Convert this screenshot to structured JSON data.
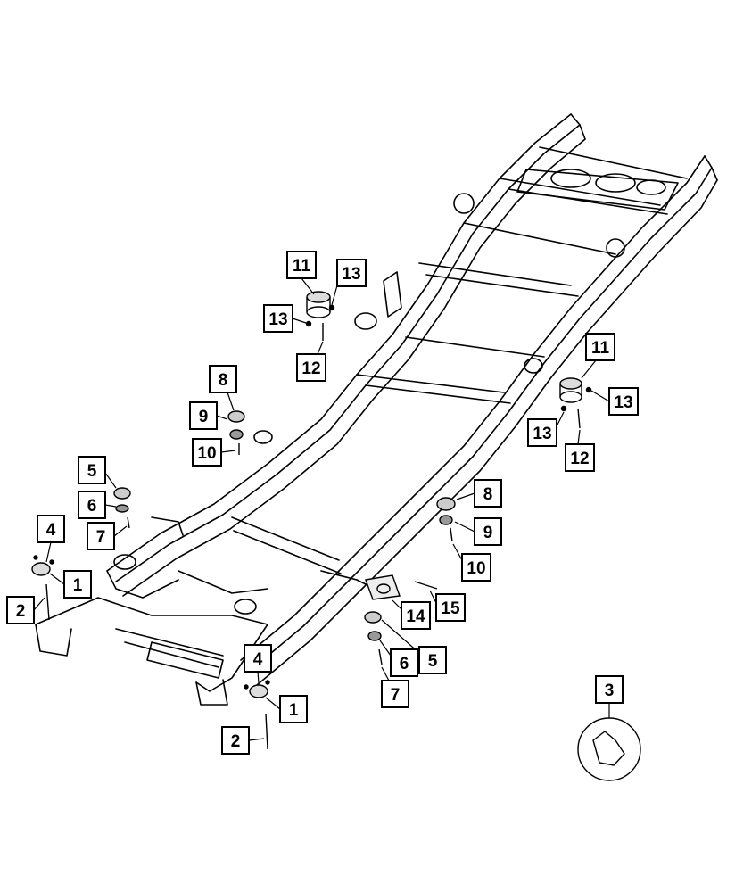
{
  "diagram": {
    "callouts": [
      {
        "id": "c11a",
        "label": "11"
      },
      {
        "id": "c13a",
        "label": "13"
      },
      {
        "id": "c13b",
        "label": "13"
      },
      {
        "id": "c12a",
        "label": "12"
      },
      {
        "id": "c8a",
        "label": "8"
      },
      {
        "id": "c9a",
        "label": "9"
      },
      {
        "id": "c10a",
        "label": "10"
      },
      {
        "id": "c5a",
        "label": "5"
      },
      {
        "id": "c6a",
        "label": "6"
      },
      {
        "id": "c7a",
        "label": "7"
      },
      {
        "id": "c4a",
        "label": "4"
      },
      {
        "id": "c1a",
        "label": "1"
      },
      {
        "id": "c2a",
        "label": "2"
      },
      {
        "id": "c11b",
        "label": "11"
      },
      {
        "id": "c13c",
        "label": "13"
      },
      {
        "id": "c13d",
        "label": "13"
      },
      {
        "id": "c12b",
        "label": "12"
      },
      {
        "id": "c8b",
        "label": "8"
      },
      {
        "id": "c9b",
        "label": "9"
      },
      {
        "id": "c10b",
        "label": "10"
      },
      {
        "id": "c15",
        "label": "15"
      },
      {
        "id": "c14",
        "label": "14"
      },
      {
        "id": "c5b",
        "label": "5"
      },
      {
        "id": "c6b",
        "label": "6"
      },
      {
        "id": "c7b",
        "label": "7"
      },
      {
        "id": "c4b",
        "label": "4"
      },
      {
        "id": "c1b",
        "label": "1"
      },
      {
        "id": "c2b",
        "label": "2"
      },
      {
        "id": "c3",
        "label": "3"
      }
    ],
    "line_color": "#000000",
    "background": "#ffffff"
  }
}
